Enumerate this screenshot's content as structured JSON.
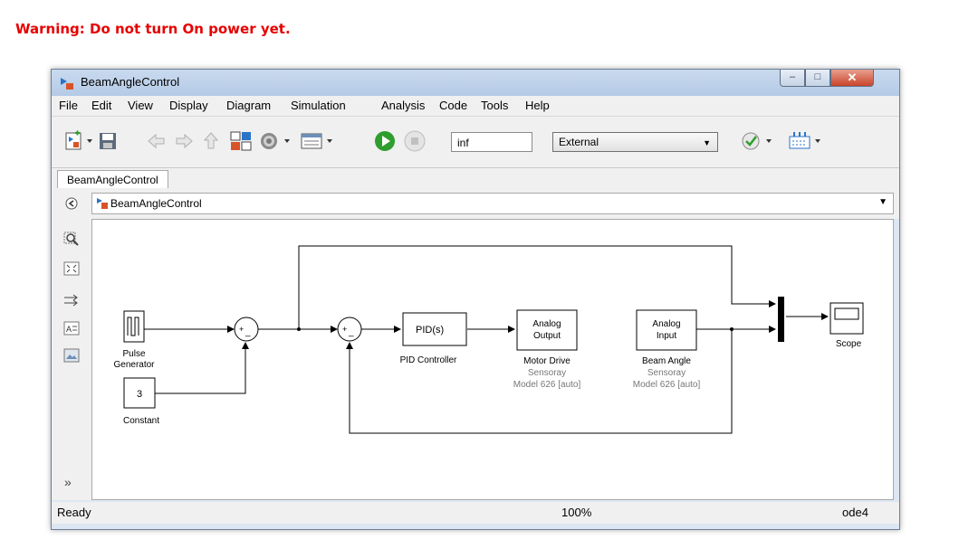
{
  "warning": "Warning: Do not turn On power yet.",
  "window": {
    "title": "BeamAngleControl"
  },
  "menu": [
    "File",
    "Edit",
    "View",
    "Display",
    "Diagram",
    "Simulation",
    "Analysis",
    "Code",
    "Tools",
    "Help"
  ],
  "toolbar": {
    "stop_time": "inf",
    "sim_mode": "External",
    "icons": [
      "new-model-icon",
      "save-icon",
      "back-icon",
      "forward-icon",
      "up-icon",
      "library-browser-icon",
      "model-settings-icon",
      "model-explorer-icon",
      "run-icon",
      "stop-icon",
      "check-icon",
      "build-icon"
    ]
  },
  "tab": {
    "label": "BeamAngleControl"
  },
  "address": {
    "path": "BeamAngleControl"
  },
  "palette": [
    "hide-browser-icon",
    "zoom-icon",
    "fit-view-icon",
    "signal-icon",
    "annotation-icon",
    "image-icon",
    "expand-icon"
  ],
  "blocks": {
    "pulse": {
      "line1": "Pulse",
      "line2": "Generator"
    },
    "constant": {
      "value": "3",
      "label": "Constant"
    },
    "sum1": {
      "plus": "+",
      "minus": "_"
    },
    "sum2": {
      "plus": "+",
      "minus": "_"
    },
    "pid": {
      "text": "PID(s)",
      "label": "PID Controller"
    },
    "motor": {
      "line1": "Analog",
      "line2": "Output",
      "label": "Motor Drive",
      "sub1": "Sensoray",
      "sub2": "Model 626 [auto]"
    },
    "beam": {
      "line1": "Analog",
      "line2": "Input",
      "label": "Beam Angle",
      "sub1": "Sensoray",
      "sub2": "Model 626 [auto]"
    },
    "scope": {
      "label": "Scope"
    }
  },
  "status": {
    "left": "Ready",
    "zoom": "100%",
    "solver": "ode4"
  },
  "colors": {
    "warning": "#e60000",
    "mux": "#000000",
    "run_green": "#2e9e2e"
  }
}
